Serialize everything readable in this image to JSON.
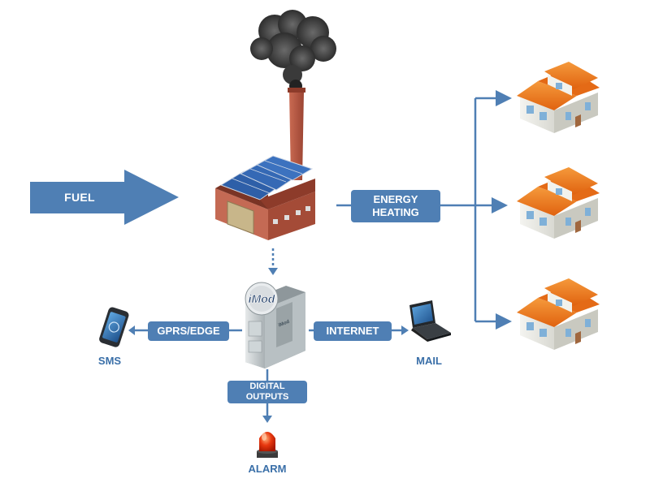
{
  "colors": {
    "accent_blue": "#4f7fb4",
    "caption_blue": "#3a6fa8",
    "roof_orange": "#e8731a",
    "brick_red": "#b5533f",
    "alarm_red": "#d81e05"
  },
  "fuel": {
    "label": "FUEL"
  },
  "energy": {
    "line1": "ENERGY",
    "line2": "HEATING"
  },
  "gateway": {
    "logo": "iMod",
    "side_text": "iMod"
  },
  "comm": {
    "gprs_label": "GPRS/EDGE",
    "internet_label": "INTERNET",
    "digital_line1": "DIGITAL",
    "digital_line2": "OUTPUTS"
  },
  "endpoints": {
    "sms": "SMS",
    "mail": "MAIL",
    "alarm": "ALARM"
  },
  "icons": [
    "fuel-arrow",
    "factory-icon",
    "house-icon",
    "imod-device-icon",
    "smartphone-icon",
    "laptop-icon",
    "alarm-light-icon"
  ]
}
